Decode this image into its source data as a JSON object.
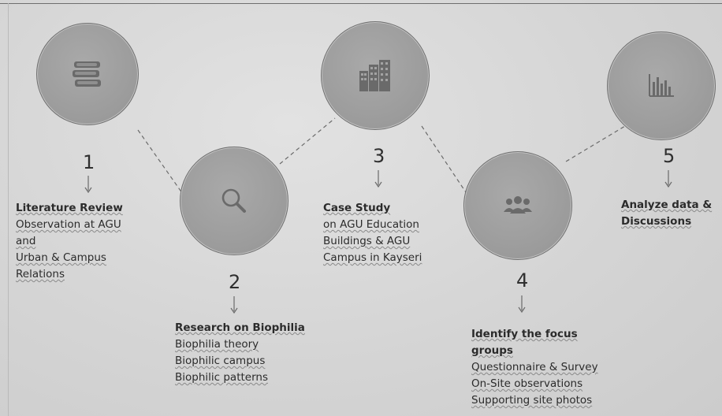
{
  "steps": [
    {
      "number": "1",
      "icon": "books-icon",
      "title": "Literature Review",
      "lines": [
        "Observation at AGU",
        "and",
        "Urban & Campus",
        "Relations"
      ]
    },
    {
      "number": "2",
      "icon": "search-icon",
      "title": "Research on Biophilia",
      "lines": [
        "Biophilia theory",
        "Biophilic campus",
        "Biophilic patterns"
      ]
    },
    {
      "number": "3",
      "icon": "buildings-icon",
      "title": "Case Study",
      "lines": [
        "on AGU Education",
        "Buildings & AGU",
        "Campus in Kayseri"
      ]
    },
    {
      "number": "4",
      "icon": "people-group-icon",
      "title": "Identify the focus",
      "title2": "groups",
      "lines": [
        "Questionnaire & Survey",
        "On-Site observations",
        "Supporting site photos"
      ]
    },
    {
      "number": "5",
      "icon": "bar-chart-icon",
      "title": "Analyze data &",
      "title2": "Discussions",
      "lines": []
    }
  ],
  "colors": {
    "circle": "#9e9e9e",
    "icon": "#6a6a6a",
    "background": "#d7d7d7"
  }
}
